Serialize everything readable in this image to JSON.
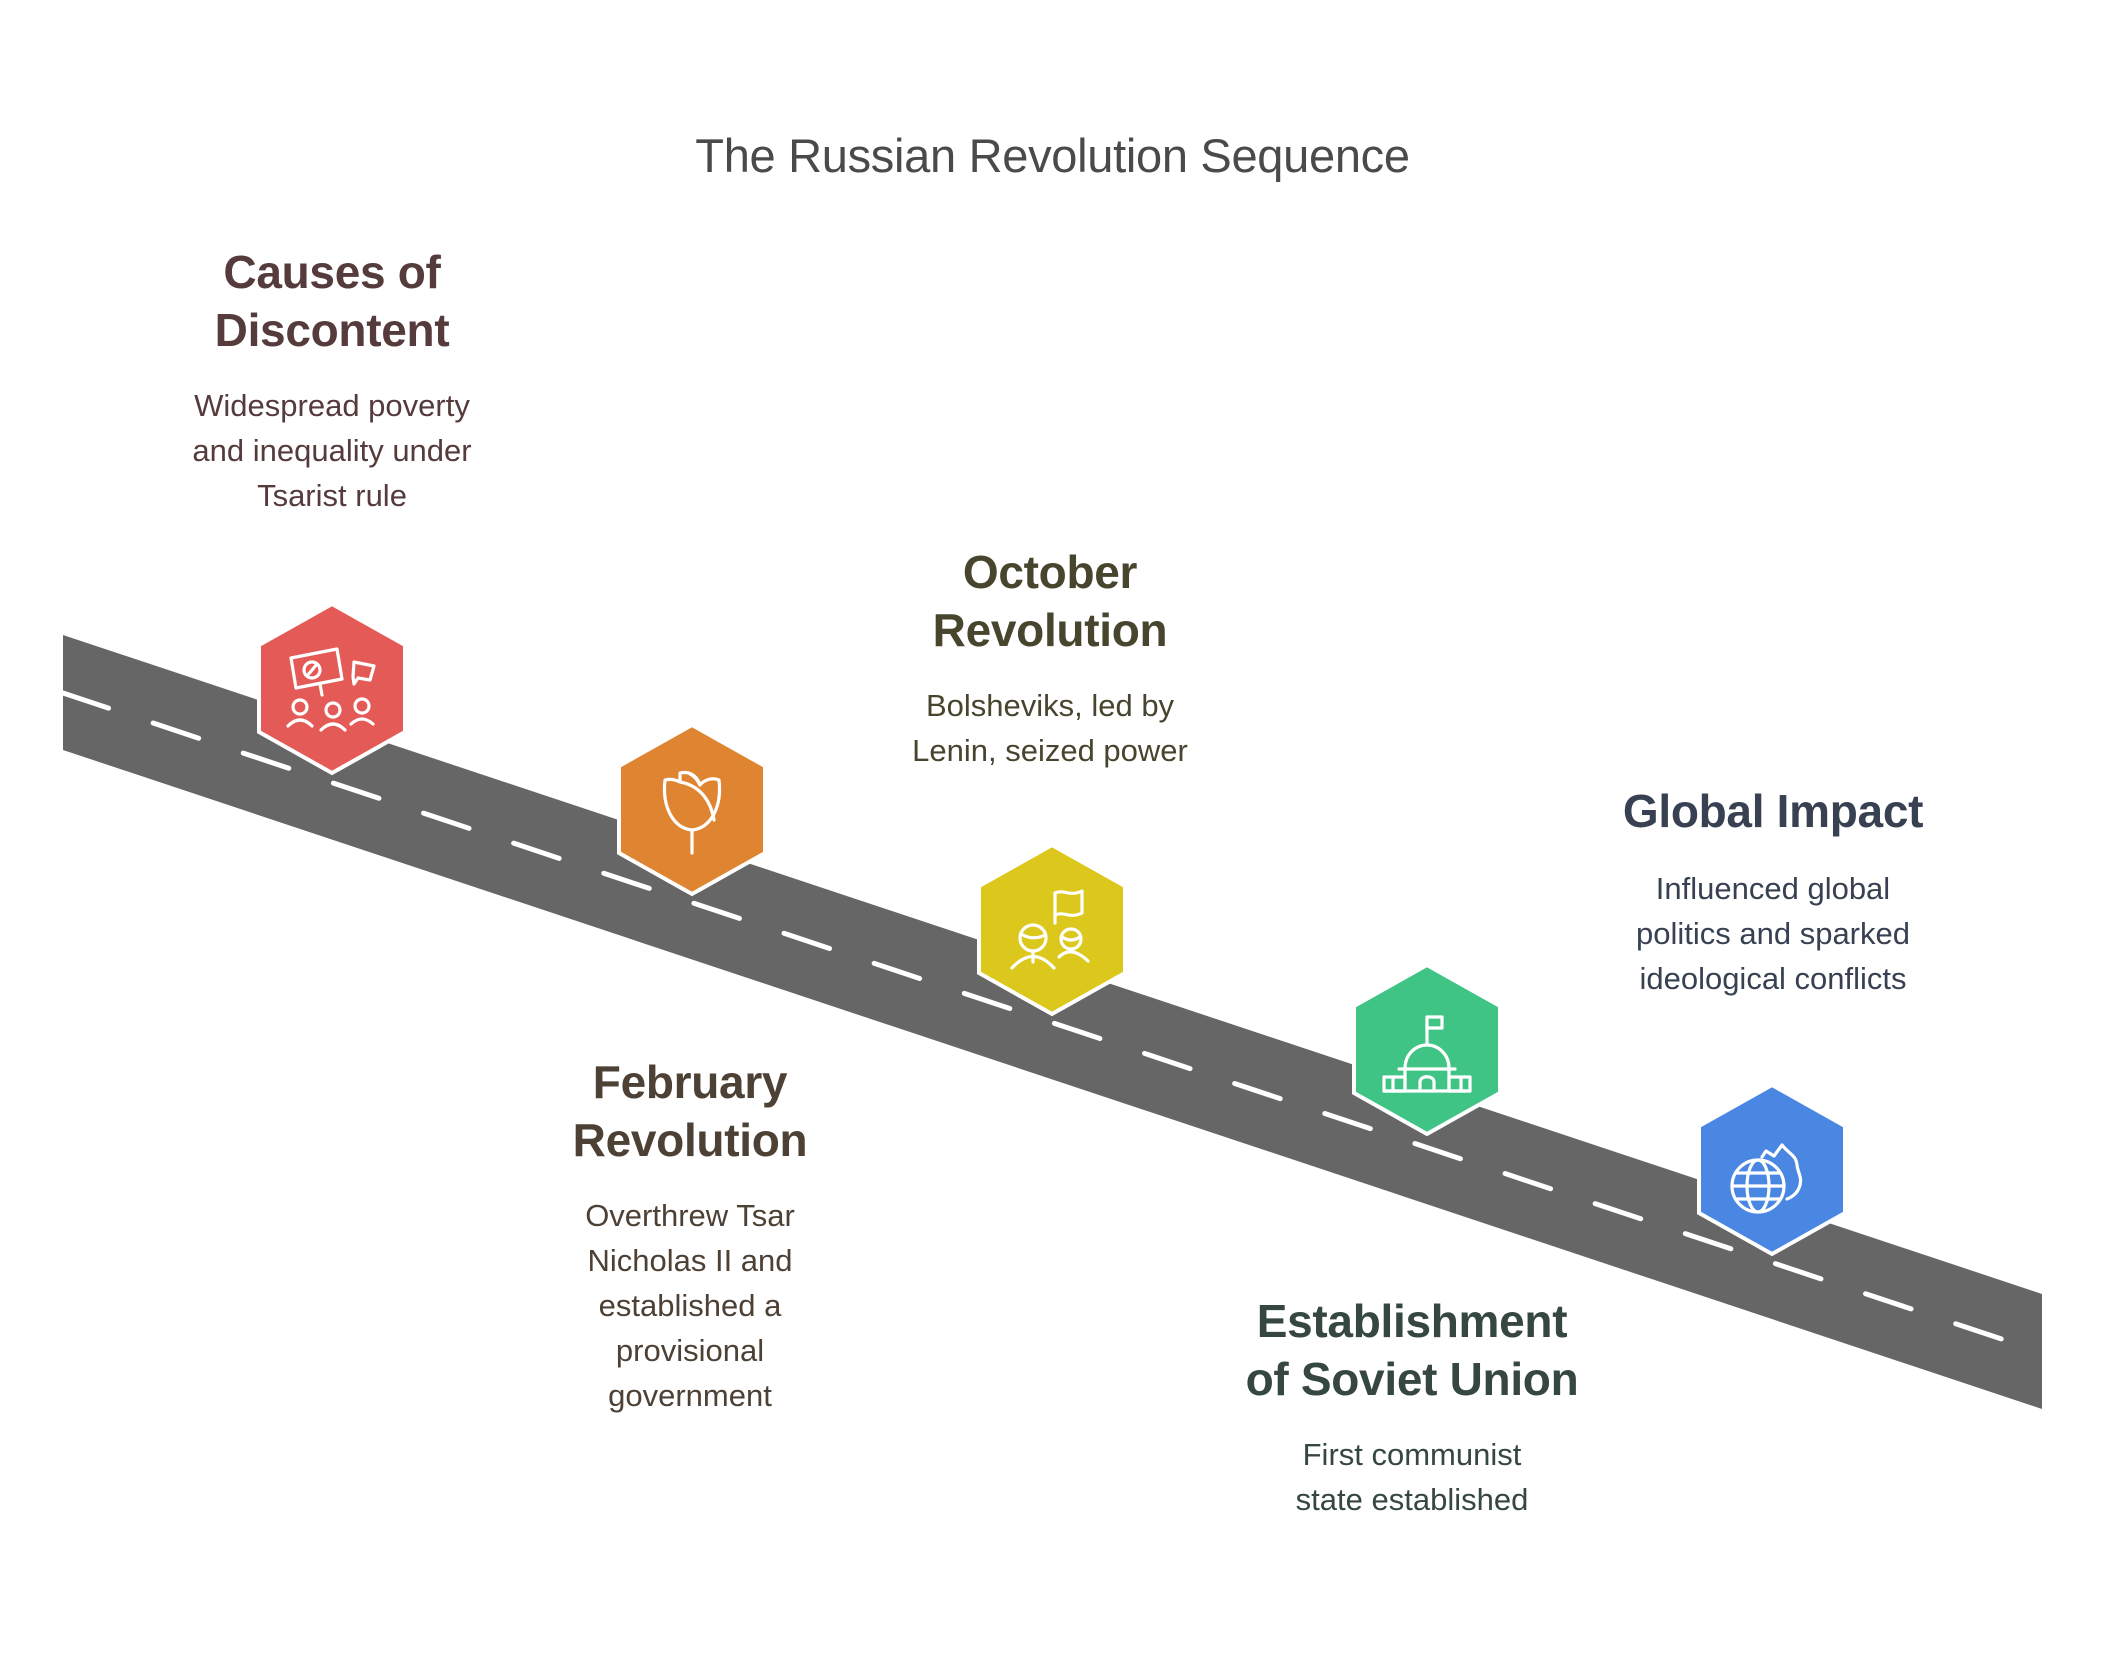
{
  "title": "The Russian Revolution Sequence",
  "road": {
    "color": "#666666",
    "dash_color": "#ffffff"
  },
  "stages": [
    {
      "id": "causes",
      "heading_lines": [
        "Causes of",
        "Discontent"
      ],
      "description_lines": [
        "Widespread poverty",
        "and inequality under",
        "Tsarist rule"
      ],
      "text_color": "#553b3b",
      "hex_color": "#e45a56",
      "icon": "protest-icon",
      "position": "above"
    },
    {
      "id": "february",
      "heading_lines": [
        "February",
        "Revolution"
      ],
      "description_lines": [
        "Overthrew Tsar",
        "Nicholas II and",
        "established a",
        "provisional",
        "government"
      ],
      "text_color": "#4d4034",
      "hex_color": "#df8532",
      "icon": "rose-icon",
      "position": "below"
    },
    {
      "id": "october",
      "heading_lines": [
        "October",
        "Revolution"
      ],
      "description_lines": [
        "Bolsheviks, led by",
        "Lenin, seized power"
      ],
      "text_color": "#48452e",
      "hex_color": "#dcc81c",
      "icon": "people-flag-icon",
      "position": "above"
    },
    {
      "id": "soviet-union",
      "heading_lines": [
        "Establishment",
        "of Soviet Union"
      ],
      "description_lines": [
        "First communist",
        "state established"
      ],
      "text_color": "#364740",
      "hex_color": "#3fc485",
      "icon": "capitol-building-icon",
      "position": "below"
    },
    {
      "id": "global-impact",
      "heading_lines": [
        "Global Impact"
      ],
      "description_lines": [
        "Influenced global",
        "politics and sparked",
        "ideological conflicts"
      ],
      "text_color": "#384152",
      "hex_color": "#4a87e2",
      "icon": "globe-fire-icon",
      "position": "above"
    }
  ]
}
